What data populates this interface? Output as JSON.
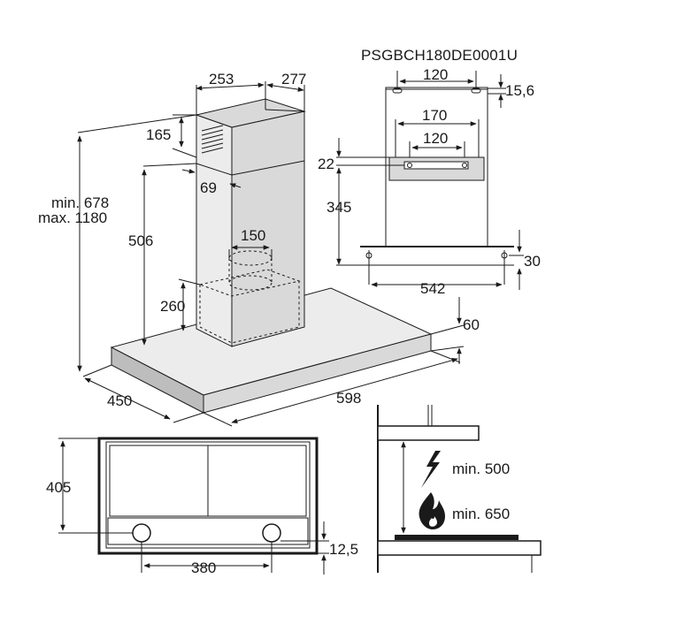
{
  "model_code": "PSGBCH180DE0001U",
  "dimensions": {
    "chimney_width": "253",
    "chimney_depth": "277",
    "vent_height": "165",
    "vent_offset": "69",
    "total_height_min": "min. 678",
    "total_height_max": "max. 1180",
    "chimney_lower_height": "506",
    "outlet_diameter": "150",
    "motor_height": "260",
    "hood_depth": "450",
    "hood_width": "598",
    "hood_thickness": "60"
  },
  "bracket_view": {
    "top_hole_spacing": "120",
    "top_offset": "15,6",
    "bracket_width": "170",
    "bracket_hole_spacing": "120",
    "bracket_offset": "22",
    "bracket_height": "345",
    "mount_hole_spacing": "542",
    "mount_offset": "30"
  },
  "bottom_view": {
    "depth": "405",
    "light_spacing": "380",
    "light_offset": "12,5"
  },
  "clearance": {
    "electric_label": "min. 500",
    "gas_label": "min. 650",
    "electric_icon": "lightning-bolt-icon",
    "gas_icon": "flame-icon"
  }
}
